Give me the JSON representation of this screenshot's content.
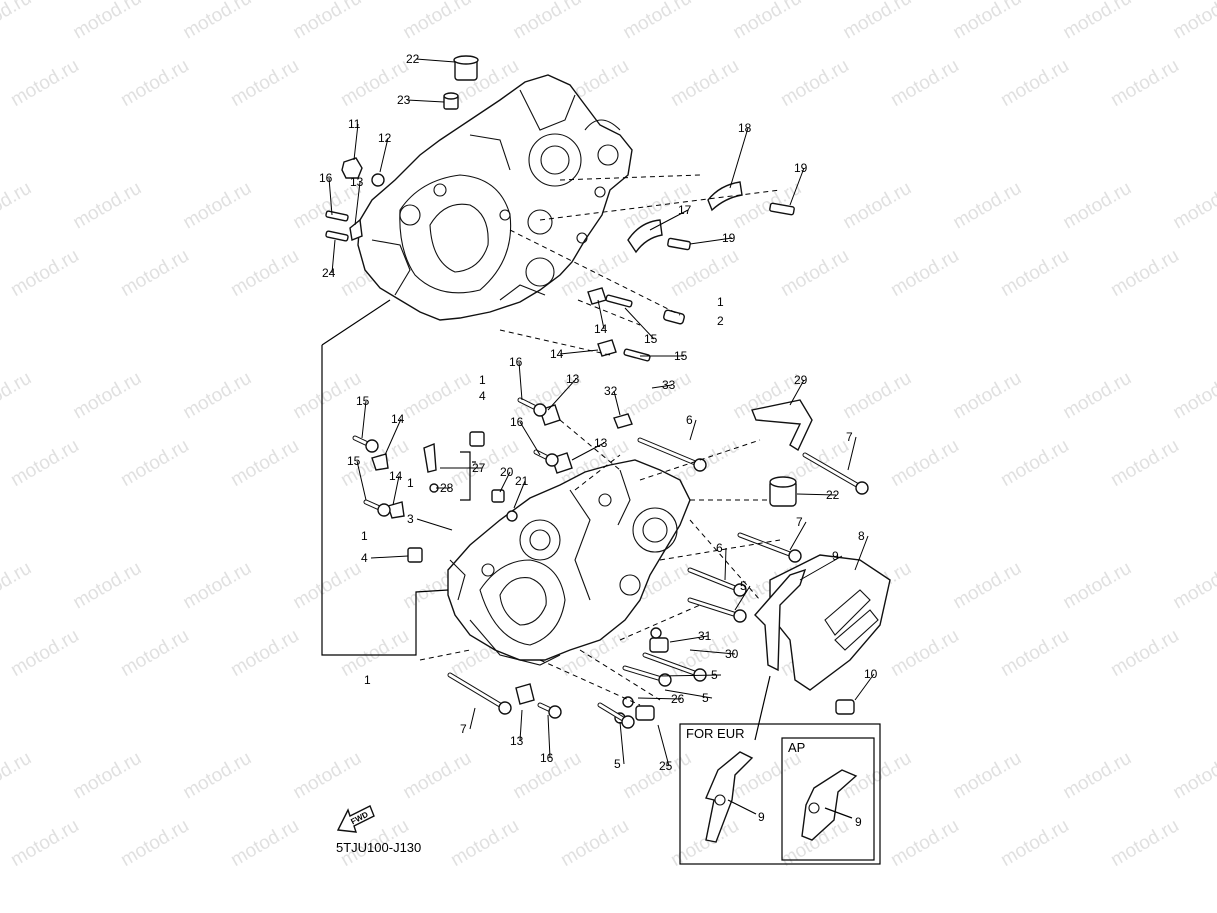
{
  "watermark": "motod.ru",
  "diagram_code": "5TJU100-J130",
  "fwd_label": "FWD",
  "inset": {
    "for_eur_label": "FOR EUR",
    "ap_label": "AP",
    "eur_part": "9",
    "ap_part": "9"
  },
  "callouts": [
    "22",
    "23",
    "11",
    "12",
    "13",
    "16",
    "24",
    "18",
    "19",
    "17",
    "19",
    "1",
    "2",
    "14",
    "15",
    "14",
    "15",
    "16",
    "13",
    "1",
    "4",
    "32",
    "33",
    "29",
    "16",
    "13",
    "6",
    "7",
    "15",
    "14",
    "27",
    "28",
    "20",
    "21",
    "22",
    "15",
    "14",
    "1",
    "3",
    "1",
    "4",
    "7",
    "9",
    "8",
    "6",
    "5",
    "31",
    "30",
    "5",
    "26",
    "5",
    "10",
    "7",
    "13",
    "16",
    "5",
    "25",
    "1"
  ]
}
